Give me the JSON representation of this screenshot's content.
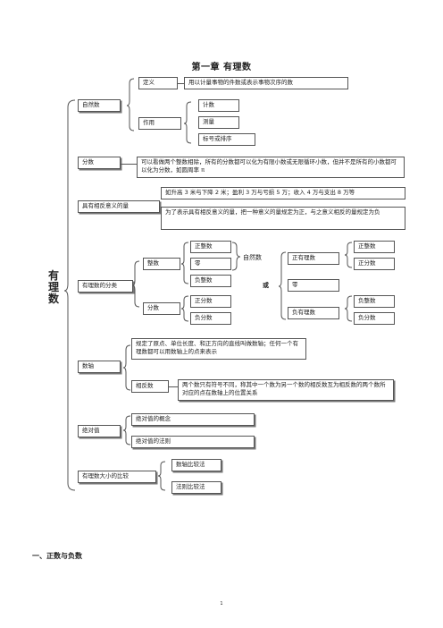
{
  "title": "第一章  有理数",
  "vertical_title": [
    "有",
    "理",
    "数"
  ],
  "natural_number": {
    "label": "自然数",
    "definition_label": "定义",
    "definition_text": "用以计量事物的件数或表示事物次序的数",
    "function_label": "作用",
    "functions": [
      "计数",
      "测量",
      "标号或排序"
    ]
  },
  "fraction": {
    "label": "分数",
    "text": "可以看做两个整数相除，所有的分数都可以化为有限小数或无限循环小数，但并不是所有的小数都可以化为分数，如圆周率 π"
  },
  "opposite_quantity": {
    "label": "具有相反意义的量",
    "example": "如升高 3 米与下降 2 米；盈利 3 万与亏损 5 万；收入 4 万与支出 8 万等",
    "text": "为了表示具有相反意义的量，把一种意义的量规定为正，与之意义相反的量规定为负"
  },
  "classification": {
    "label": "有理数的分类",
    "integer_label": "整数",
    "integers": [
      "正整数",
      "零",
      "负整数"
    ],
    "natural_label": "自然数",
    "fraction_label": "分数",
    "fractions": [
      "正分数",
      "负分数"
    ],
    "or_label": "或",
    "positive_label": "正有理数",
    "positives": [
      "正整数",
      "正分数"
    ],
    "zero_label": "零",
    "negative_label": "负有理数",
    "negatives": [
      "负整数",
      "负分数"
    ]
  },
  "number_line": {
    "label": "数轴",
    "definition": "规定了原点、单位长度、和正方向的直线叫做数轴；任何一个有理数都可以用数轴上的点来表示",
    "opposite_label": "相反数",
    "opposite_text": "两个数只有符号不同，称其中一个数为另一个数的相反数互为相反数的两个数所对应的点在数轴上的位置关系"
  },
  "absolute_value": {
    "label": "绝对值",
    "items": [
      "绝对值的概念",
      "绝对值的法则"
    ]
  },
  "comparison": {
    "label": "有理数大小的比较",
    "items": [
      "数轴比较法",
      "法则比较法"
    ]
  },
  "section_heading": "一、正数与负数",
  "page_number": "1"
}
